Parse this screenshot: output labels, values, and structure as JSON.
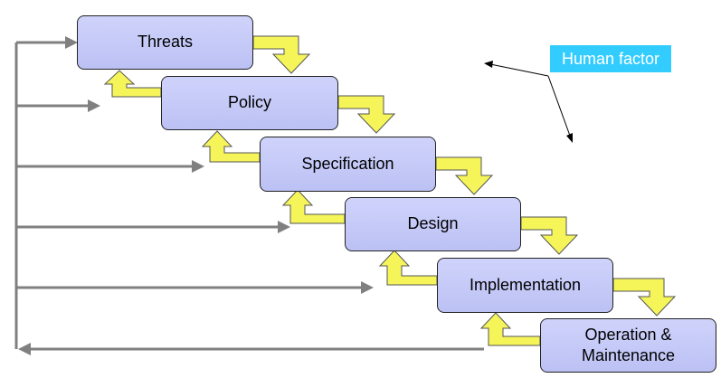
{
  "diagram": {
    "stages": [
      {
        "id": "threats",
        "label": "Threats"
      },
      {
        "id": "policy",
        "label": "Policy"
      },
      {
        "id": "specification",
        "label": "Specification"
      },
      {
        "id": "design",
        "label": "Design"
      },
      {
        "id": "implementation",
        "label": "Implementation"
      },
      {
        "id": "operation",
        "label": "Operation & Maintenance"
      }
    ],
    "human_factor_label": "Human factor",
    "colors": {
      "stage_fill": "#c5c9f8",
      "yellow_arrow": "#f5f55a",
      "gray_arrow": "#808080",
      "label_bg": "#33ccff"
    }
  }
}
